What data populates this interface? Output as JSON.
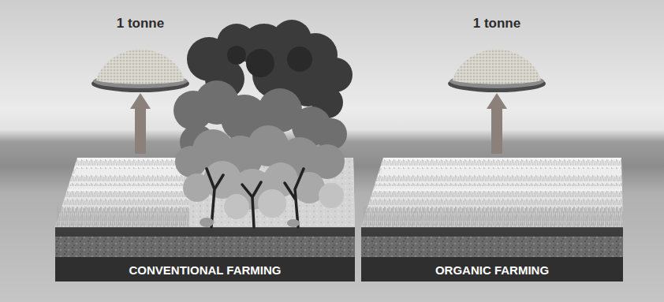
{
  "diagram": {
    "nodes": [
      {
        "text": [
          "1 tonne"
        ]
      },
      {
        "text": [
          "1 tonne"
        ]
      },
      {
        "text": [
          "CONVENTIONAL FARMING"
        ]
      },
      {
        "text": [
          "ORGANIC FARMING"
        ]
      }
    ],
    "edges": [
      {
        "from": 2,
        "to": 0,
        "arrow": "to"
      },
      {
        "from": 3,
        "to": 1,
        "arrow": "to"
      }
    ]
  }
}
